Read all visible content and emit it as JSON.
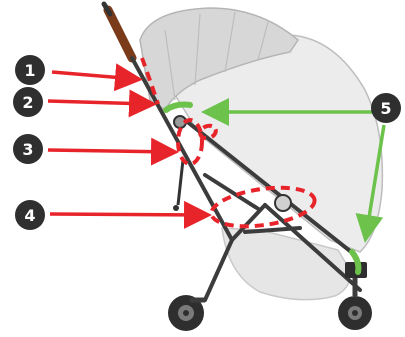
{
  "diagram": {
    "colors": {
      "badge": "#2f2f2f",
      "red": "#e8242b",
      "green": "#6cc24a",
      "frame": "#3c3c3c",
      "canopy_light": "#e7e7e7",
      "canopy_mid": "#d6d6d6",
      "handle": "#7a3b1a"
    },
    "callouts": [
      {
        "label": "1",
        "color": "red"
      },
      {
        "label": "2",
        "color": "red"
      },
      {
        "label": "3",
        "color": "red"
      },
      {
        "label": "4",
        "color": "red"
      },
      {
        "label": "5",
        "color": "green"
      }
    ]
  }
}
